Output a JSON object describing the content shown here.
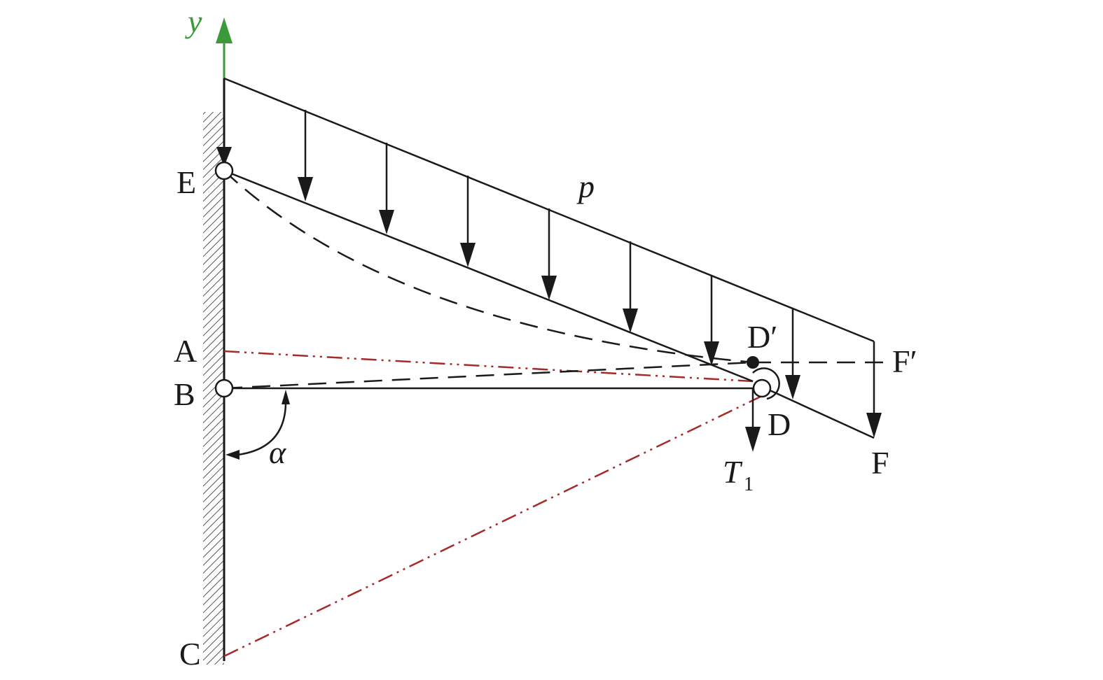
{
  "labels": {
    "y_axis": "y",
    "point_e": "E",
    "point_a": "A",
    "point_b": "B",
    "point_c": "C",
    "point_d": "D",
    "point_d_prime": "D′",
    "point_f": "F",
    "point_f_prime": "F′",
    "load": "p",
    "angle": "α",
    "tension": "T",
    "tension_subscript": "1"
  },
  "colors": {
    "structure": "#1a1a1a",
    "axis": "#3a9a3a",
    "reference_lines": "#a52a2a",
    "background": "#ffffff"
  },
  "icons": {
    "wall": "hatched-wall",
    "pin_joint": "hollow-circle-hinge",
    "displaced_point": "filled-dot"
  }
}
